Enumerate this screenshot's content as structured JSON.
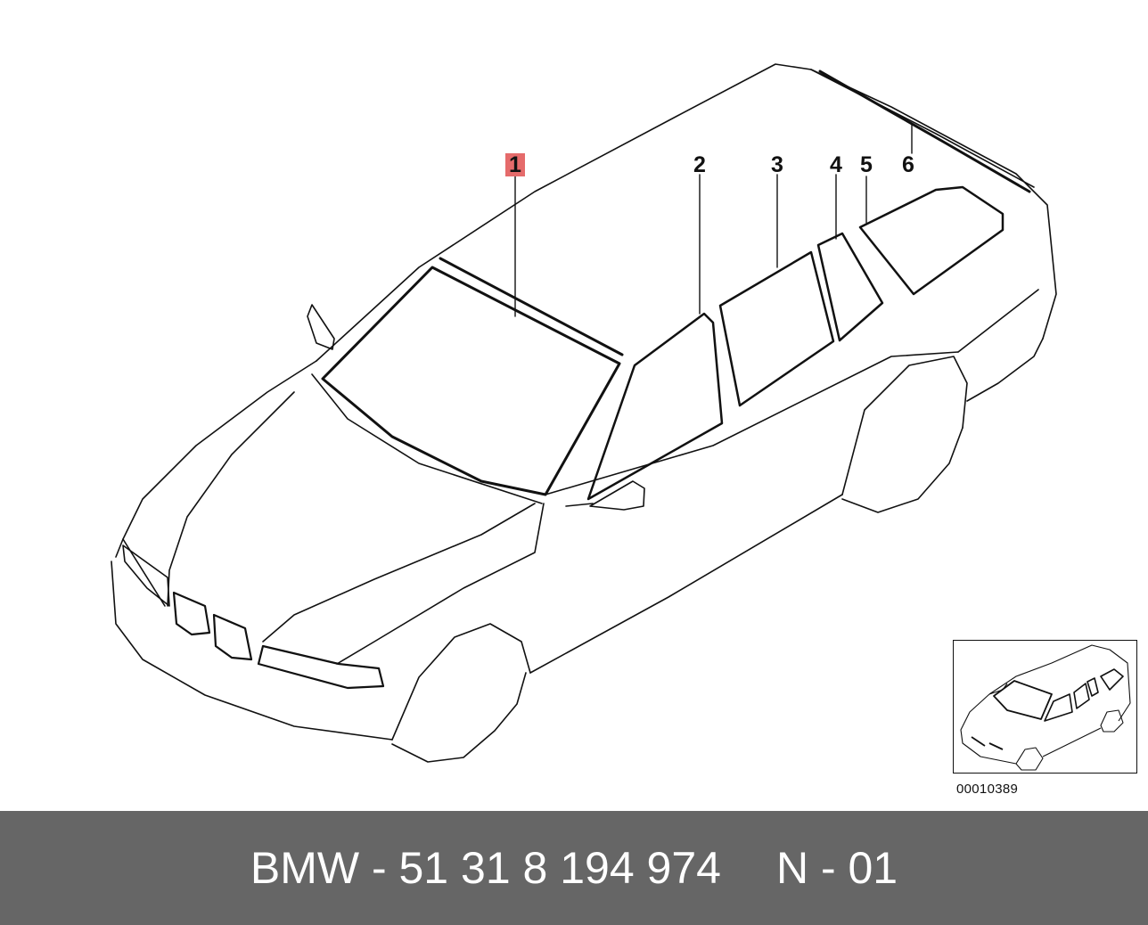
{
  "diagram": {
    "callouts": [
      {
        "label": "1",
        "highlighted": true
      },
      {
        "label": "2",
        "highlighted": false
      },
      {
        "label": "3",
        "highlighted": false
      },
      {
        "label": "4",
        "highlighted": false
      },
      {
        "label": "5",
        "highlighted": false
      },
      {
        "label": "6",
        "highlighted": false
      }
    ],
    "highlight_color": "#e56b6b",
    "diagram_code": "00010389"
  },
  "footer": {
    "part_number": "BMW - 51 31 8 194 974",
    "position": "N - 01",
    "background": "#666666"
  }
}
